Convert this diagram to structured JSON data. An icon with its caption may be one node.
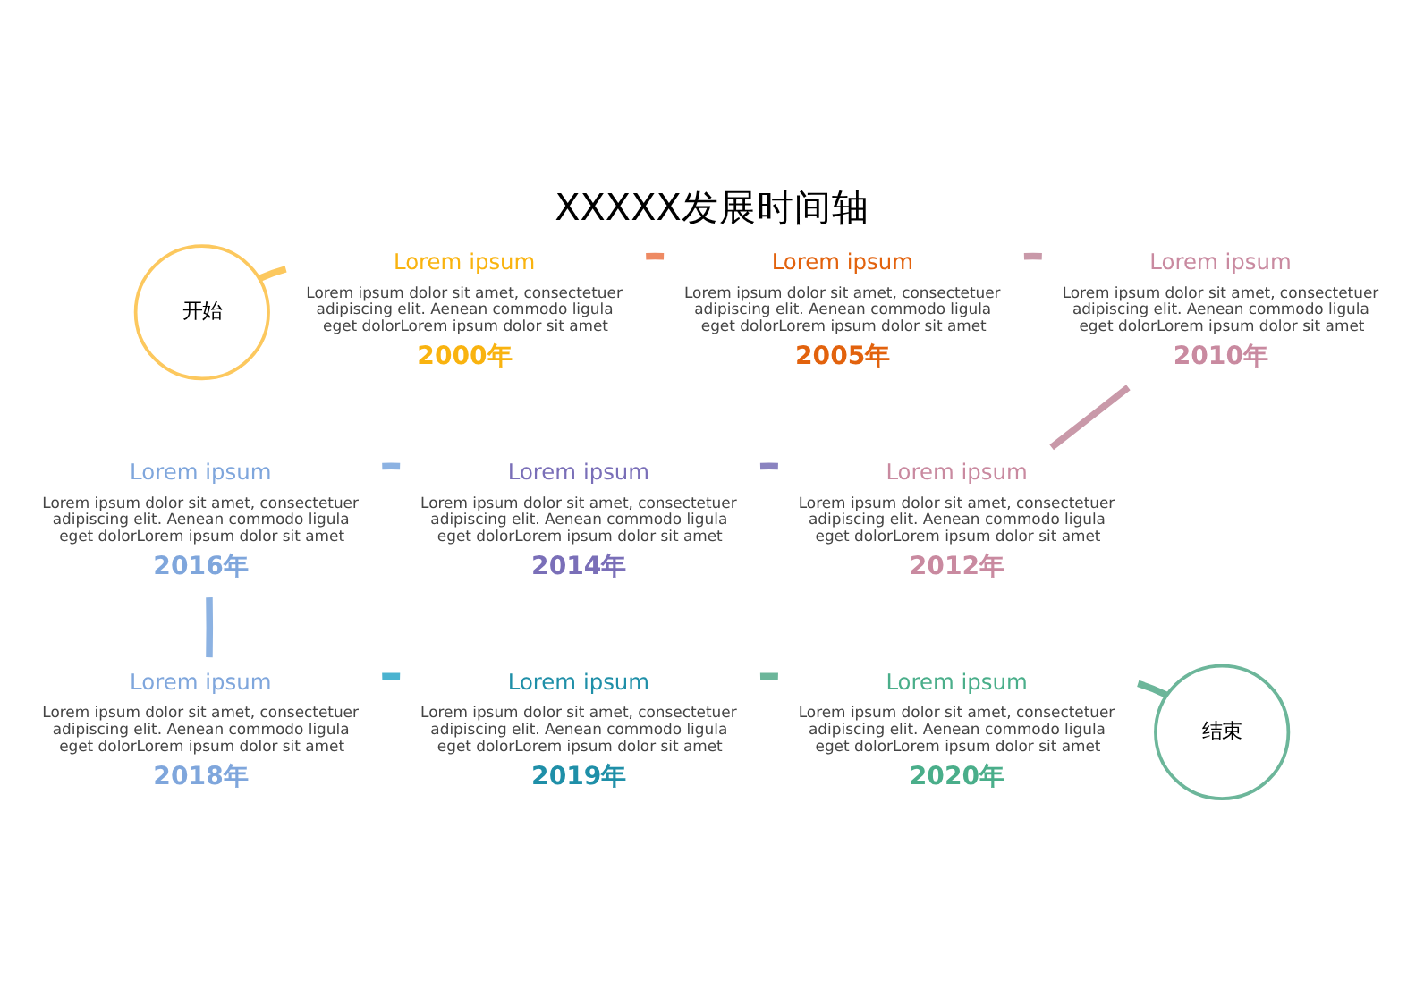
{
  "diagram": {
    "title": "XXXXX发展时间轴",
    "nodes": [
      {
        "text": [
          "开始"
        ]
      },
      {
        "text": [
          "Lorem ipsum",
          "Lorem ipsum dolor sit amet, consectetuer adipiscing elit. Aenean commodo ligula eget dolorLorem ipsum dolor sit amet"
        ],
        "beside": [
          "2000年"
        ]
      },
      {
        "text": [
          "Lorem ipsum",
          "Lorem ipsum dolor sit amet, consectetuer adipiscing elit. Aenean commodo ligula eget dolorLorem ipsum dolor sit amet"
        ],
        "beside": [
          "2005年"
        ]
      },
      {
        "text": [
          "Lorem ipsum",
          "Lorem ipsum dolor sit amet, consectetuer adipiscing elit. Aenean commodo ligula eget dolorLorem ipsum dolor sit amet"
        ],
        "beside": [
          "2010年"
        ]
      },
      {
        "text": [
          "Lorem ipsum",
          "Lorem ipsum dolor sit amet, consectetuer adipiscing elit. Aenean commodo ligula eget dolorLorem ipsum dolor sit amet"
        ],
        "beside": [
          "2012年"
        ]
      },
      {
        "text": [
          "Lorem ipsum",
          "Lorem ipsum dolor sit amet, consectetuer adipiscing elit. Aenean commodo ligula eget dolorLorem ipsum dolor sit amet"
        ],
        "beside": [
          "2014年"
        ]
      },
      {
        "text": [
          "Lorem ipsum",
          "Lorem ipsum dolor sit amet, consectetuer adipiscing elit. Aenean commodo ligula eget dolorLorem ipsum dolor sit amet"
        ],
        "beside": [
          "2016年"
        ]
      },
      {
        "text": [
          "Lorem ipsum",
          "Lorem ipsum dolor sit amet, consectetuer adipiscing elit. Aenean commodo ligula eget dolorLorem ipsum dolor sit amet"
        ],
        "beside": [
          "2018年"
        ]
      },
      {
        "text": [
          "Lorem ipsum",
          "Lorem ipsum dolor sit amet, consectetuer adipiscing elit. Aenean commodo ligula eget dolorLorem ipsum dolor sit amet"
        ],
        "beside": [
          "2019年"
        ]
      },
      {
        "text": [
          "Lorem ipsum",
          "Lorem ipsum dolor sit amet, consectetuer adipiscing elit. Aenean commodo ligula eget dolorLorem ipsum dolor sit amet"
        ],
        "beside": [
          "2020年"
        ]
      },
      {
        "text": [
          "结束"
        ]
      }
    ],
    "edges": [
      {
        "from": 0,
        "to": 1,
        "arrow": "none",
        "color": "#fcc85e"
      },
      {
        "from": 1,
        "to": 2,
        "arrow": "none",
        "color": "#ee8a63"
      },
      {
        "from": 2,
        "to": 3,
        "arrow": "none",
        "color": "#c999a9"
      },
      {
        "from": 3,
        "to": 4,
        "arrow": "none",
        "color": "#c999a9"
      },
      {
        "from": 4,
        "to": 5,
        "arrow": "none",
        "color": "#8a83c0"
      },
      {
        "from": 5,
        "to": 6,
        "arrow": "none",
        "color": "#8cb2e2"
      },
      {
        "from": 6,
        "to": 7,
        "arrow": "none",
        "color": "#8cb2e2"
      },
      {
        "from": 7,
        "to": 8,
        "arrow": "none",
        "color": "#4ab3d0"
      },
      {
        "from": 8,
        "to": 9,
        "arrow": "none",
        "color": "#6cb69a"
      },
      {
        "from": 9,
        "to": 10,
        "arrow": "none",
        "color": "#6cb69a"
      }
    ]
  }
}
